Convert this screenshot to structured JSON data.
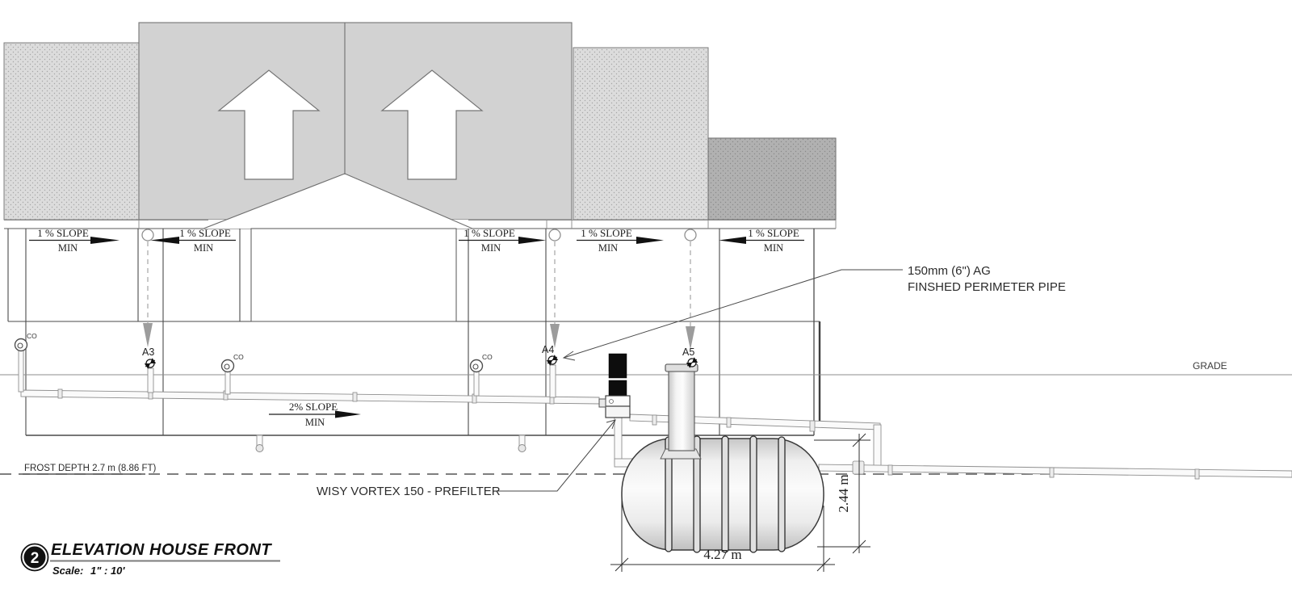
{
  "labels": {
    "gutter_slope": "1 % SLOPE",
    "drain_slope": "2% SLOPE",
    "min": "MIN",
    "grade": "GRADE",
    "frost_depth": "FROST DEPTH 2.7 m (8.86 FT)",
    "cleanout": "CO",
    "valves": [
      "A3",
      "A4",
      "A5"
    ]
  },
  "annotations": {
    "perimeter_pipe_line1": "150mm (6\") AG",
    "perimeter_pipe_line2": "FINSHED PERIMETER PIPE",
    "prefilter": "WISY VORTEX 150 - PREFILTER"
  },
  "dimensions": {
    "tank_length": "4.27 m",
    "tank_diameter": "2.44 m"
  },
  "title_block": {
    "detail_number": "2",
    "title": "ELEVATION HOUSE FRONT",
    "scale_label": "Scale:",
    "scale_value": "1\" : 10'"
  }
}
